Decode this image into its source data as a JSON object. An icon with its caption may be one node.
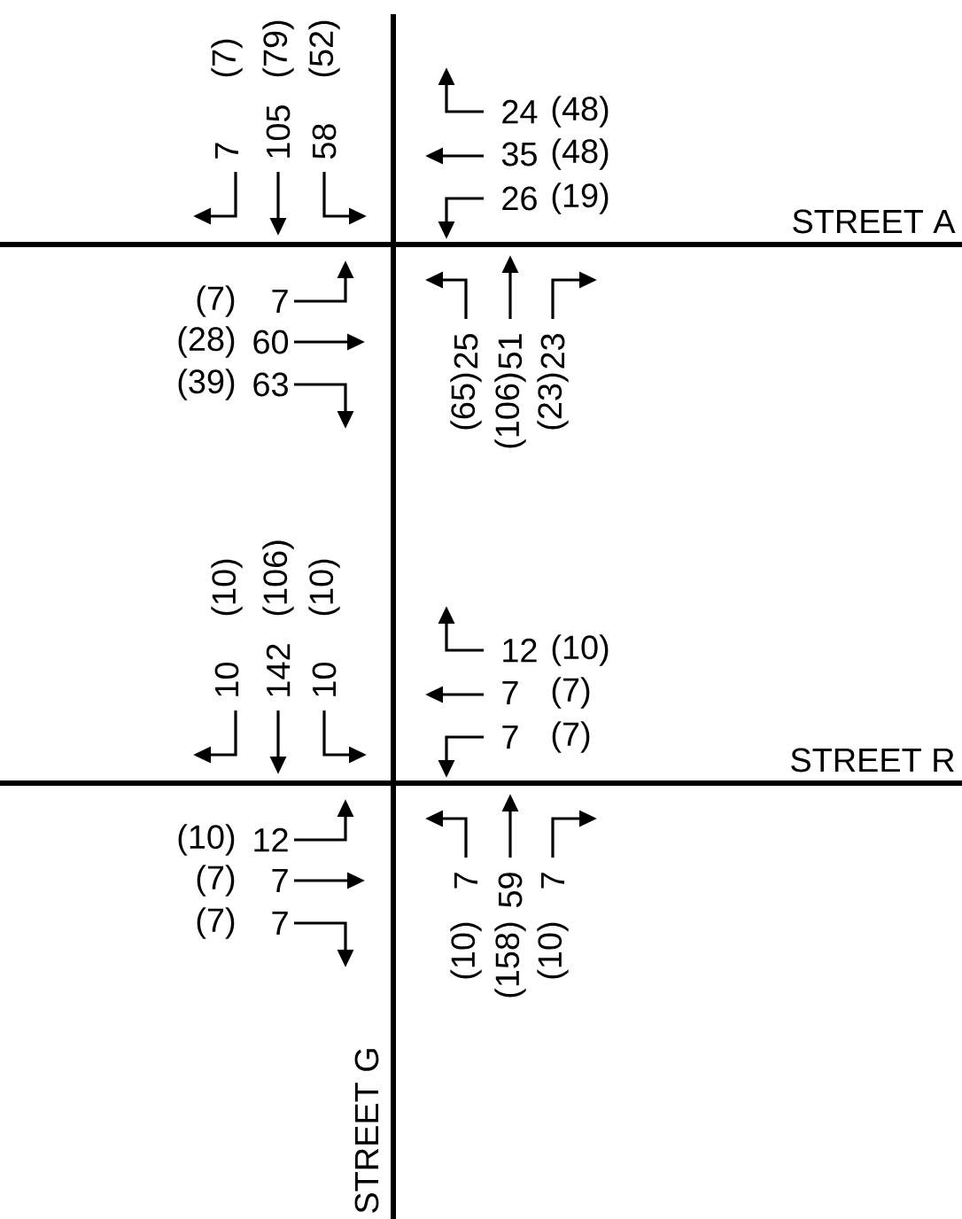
{
  "diagram": {
    "labels": [
      "(7)",
      "(79)",
      "(52)",
      "7",
      "105",
      "58",
      "24",
      "(48)",
      "35",
      "(48)",
      "26",
      "(19)",
      "STREET A",
      "(7)",
      "7",
      "(28)",
      "60",
      "(39)",
      "63",
      "25",
      "51",
      "23",
      "(65)",
      "(106)",
      "(23)",
      "(10)",
      "(106)",
      "(10)",
      "10",
      "142",
      "10",
      "12",
      "(10)",
      "7",
      "(7)",
      "7",
      "(7)",
      "STREET R",
      "(10)",
      "12",
      "(7)",
      "7",
      "(7)",
      "7",
      "7",
      "59",
      "7",
      "(10)",
      "(158)",
      "(10)",
      "STREET G"
    ]
  }
}
